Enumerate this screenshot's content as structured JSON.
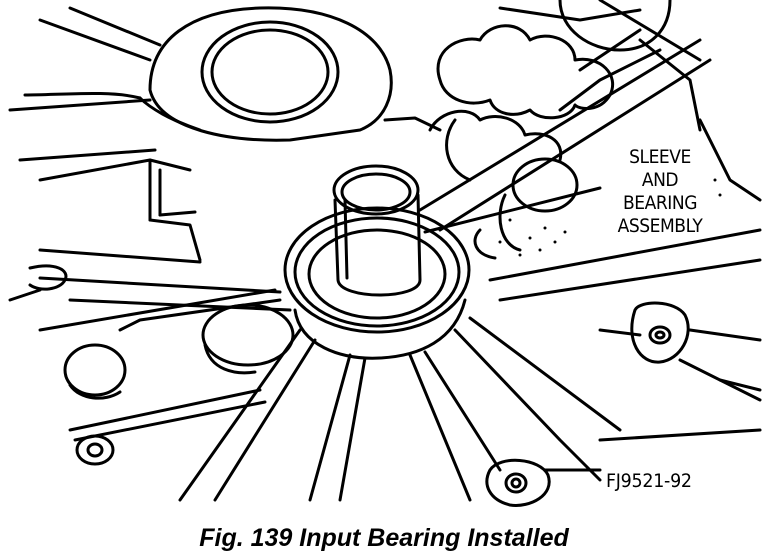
{
  "callout": {
    "label_lines": [
      "SLEEVE",
      "AND",
      "BEARING",
      "ASSEMBLY"
    ]
  },
  "figure_code": "FJ9521-92",
  "caption": "Fig. 139 Input Bearing Installed",
  "colors": {
    "ink": "#000000",
    "paper": "#ffffff"
  }
}
